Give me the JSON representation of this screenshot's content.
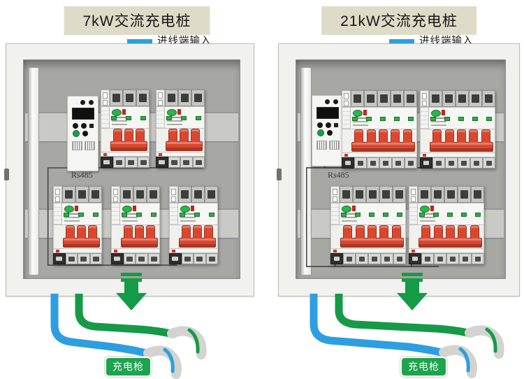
{
  "panels": [
    {
      "title": "7kW交流充电桩",
      "input_label": "进线端输入",
      "bus_label": "Rs485",
      "gun_label": "充电枪",
      "rows": {
        "top": {
          "breakers": 2,
          "poles": 3
        },
        "bottom": {
          "breakers": 3,
          "poles": 3
        }
      }
    },
    {
      "title": "21kW交流充电桩",
      "input_label": "进线端输入",
      "bus_label": "Rs485",
      "gun_label": "充电枪",
      "rows": {
        "top": {
          "breakers": 2,
          "poles": 5
        },
        "bottom": {
          "breakers": 2,
          "poles": 5
        }
      }
    }
  ],
  "colors": {
    "input_arrow_blue": "#2aa0dd",
    "output_arrow_green": "#149b47",
    "cable_blue": "#2d9fe0",
    "cable_green": "#169a47",
    "breaker_handle_red": "#d9472f",
    "gun_badge_green": "#1ea34f",
    "title_banner_bg": "#dedcc8"
  }
}
